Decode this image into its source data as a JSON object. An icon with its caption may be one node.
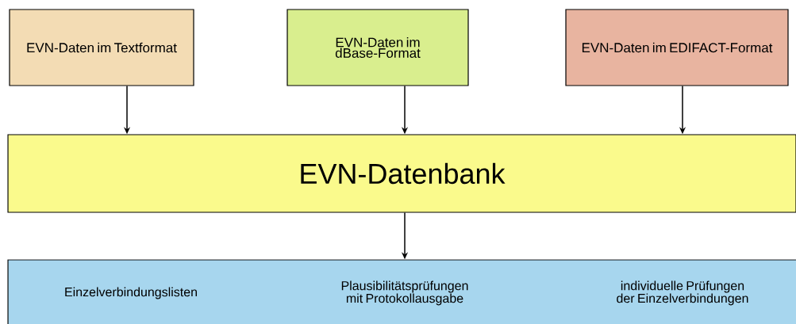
{
  "diagram": {
    "nodes": [
      {
        "text": [
          "EVN-Daten im Textformat"
        ]
      },
      {
        "text": [
          "EVN-Daten im dBase-Format"
        ]
      },
      {
        "text": [
          "EVN-Daten im EDIFACT-Format"
        ]
      },
      {
        "text": [
          "EVN-Datenbank"
        ]
      },
      {
        "text": [
          "Einzelverbindungslisten",
          "Plausibilitätsprüfungen mit Protokollausgabe",
          "individuelle Prüfungen der Einzelverbindungen"
        ]
      }
    ],
    "edges": [
      {
        "from": 0,
        "to": 3,
        "arrow": "to"
      },
      {
        "from": 1,
        "to": 3,
        "arrow": "to"
      },
      {
        "from": 2,
        "to": 3,
        "arrow": "to"
      },
      {
        "from": 3,
        "to": 4,
        "arrow": "to"
      }
    ]
  }
}
